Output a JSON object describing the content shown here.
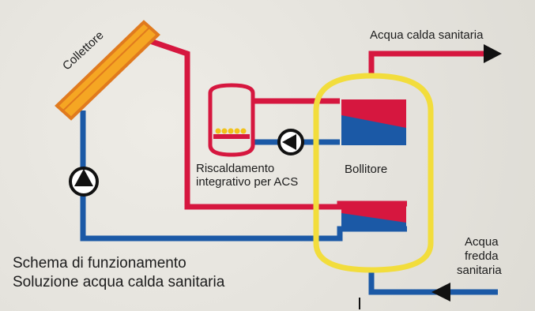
{
  "labels": {
    "collector": "Collettore",
    "hot_water_out": "Acqua calda sanitaria",
    "boiler": "Bollitore",
    "integration_line1": "Riscaldamento",
    "integration_line2": "integrativo per ACS",
    "cold_water_line1": "Acqua",
    "cold_water_line2": "fredda",
    "cold_water_line3": "sanitaria",
    "caption_line1": "Schema di funzionamento",
    "caption_line2": "Soluzione acqua calda sanitaria"
  },
  "colors": {
    "hot_pipe": "#d6173f",
    "cold_pipe": "#1b59a6",
    "boiler_outline": "#f2dd3c",
    "collector_fill": "#f5a623",
    "collector_border": "#e07a1e",
    "pump": "#111111",
    "background": "#e7e5df"
  },
  "icons": [
    "pump-icon",
    "arrow-right-icon",
    "arrow-left-icon",
    "flame-icon"
  ]
}
